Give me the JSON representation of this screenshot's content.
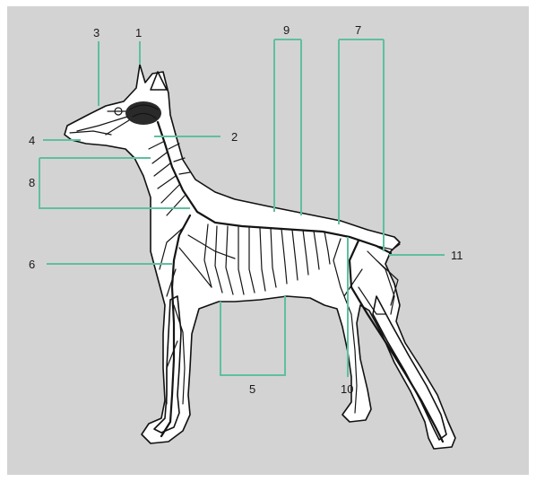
{
  "diagram": {
    "colors": {
      "background": "#d3d3d3",
      "leader": "#5fbf9f",
      "outline": "#111111",
      "body": "#ffffff"
    },
    "labels": [
      "1",
      "2",
      "3",
      "4",
      "5",
      "6",
      "7",
      "8",
      "9",
      "10",
      "11"
    ]
  }
}
